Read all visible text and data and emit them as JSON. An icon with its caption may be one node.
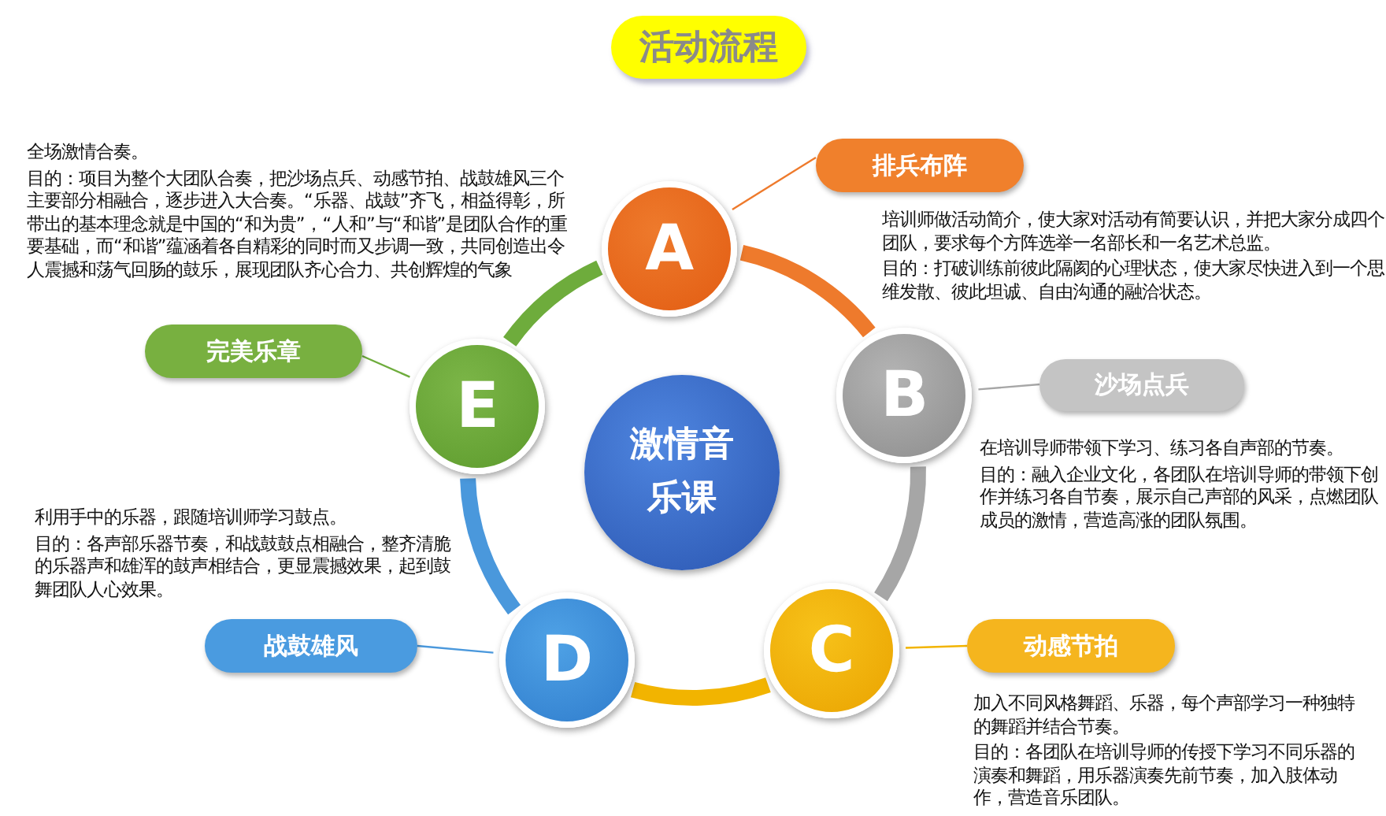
{
  "diagram": {
    "title": "活动流程",
    "nodes": [
      {
        "text": [
          "A"
        ]
      },
      {
        "text": [
          "B"
        ]
      },
      {
        "text": [
          "C"
        ]
      },
      {
        "text": [
          "D"
        ]
      },
      {
        "text": [
          "E"
        ]
      },
      {
        "text": [
          "激情音乐课"
        ]
      },
      {
        "text": [
          "排兵布阵"
        ],
        "beside": [
          "培训师做活动简介，使大家对活动有简要认识，并把大家分成四个团队，要求每个方阵选举一名部长和一名艺术总监。",
          "目的：打破训练前彼此隔阂的心理状态，使大家尽快进入到一个思维发散、彼此坦诚、自由沟通的融洽状态。"
        ]
      },
      {
        "text": [
          "沙场点兵"
        ],
        "beside": [
          "在培训导师带领下学习、练习各自声部的节奏。",
          "目的：融入企业文化，各团队在培训导师的带领下创作并练习各自节奏，展示自己声部的风采，点燃团队成员的激情，营造高涨的团队氛围。"
        ]
      },
      {
        "text": [
          "动感节拍"
        ],
        "beside": [
          "加入不同风格舞蹈、乐器，每个声部学习一种独特的舞蹈并结合节奏。",
          "目的：各团队在培训导师的传授下学习不同乐器的演奏和舞蹈，用乐器演奏先前节奏，加入肢体动作，营造音乐团队。"
        ]
      },
      {
        "text": [
          "战鼓雄风"
        ],
        "beside": [
          "利用手中的乐器，跟随培训师学习鼓点。",
          "目的：各声部乐器节奏，和战鼓鼓点相融合，整齐清脆的乐器声和雄浑的鼓声相结合，更显震撼效果，起到鼓舞团队人心效果。"
        ]
      },
      {
        "text": [
          "完美乐章"
        ],
        "beside": [
          "全场激情合奏。",
          "目的：项目为整个大团队合奏，把沙场点兵、动感节拍、战鼓雄风三个主要部分相融合，逐步进入大合奏。“乐器、战鼓”齐飞，相益得彰，所带出的基本理念就是中国的“和为贵”，“人和”与“和谐”是团队合作的重要基础，而“和谐”蕴涵着各自精彩的同时而又步调一致，共同创造出令人震撼和荡气回肠的鼓乐，展现团队齐心合力、共创辉煌的气象"
        ]
      }
    ],
    "edges": [
      {
        "from": 0,
        "to": 1,
        "arrow": "none",
        "style": "thick",
        "color": "#ee7a2c"
      },
      {
        "from": 1,
        "to": 2,
        "arrow": "none",
        "style": "thick",
        "color": "#a6a6a6"
      },
      {
        "from": 2,
        "to": 3,
        "arrow": "none",
        "style": "thick",
        "color": "#f2b400"
      },
      {
        "from": 3,
        "to": 4,
        "arrow": "none",
        "style": "thick",
        "color": "#4a98dc"
      },
      {
        "from": 4,
        "to": 0,
        "arrow": "none",
        "style": "thick",
        "color": "#6eac3c"
      },
      {
        "from": 0,
        "to": 6,
        "arrow": "none",
        "color": "#ee7a2c"
      },
      {
        "from": 1,
        "to": 7,
        "arrow": "none",
        "color": "#a6a6a6"
      },
      {
        "from": 2,
        "to": 8,
        "arrow": "none",
        "color": "#f2b400"
      },
      {
        "from": 3,
        "to": 9,
        "arrow": "none",
        "color": "#4a98dc"
      },
      {
        "from": 4,
        "to": 10,
        "arrow": "none",
        "color": "#6eac3c"
      }
    ]
  }
}
